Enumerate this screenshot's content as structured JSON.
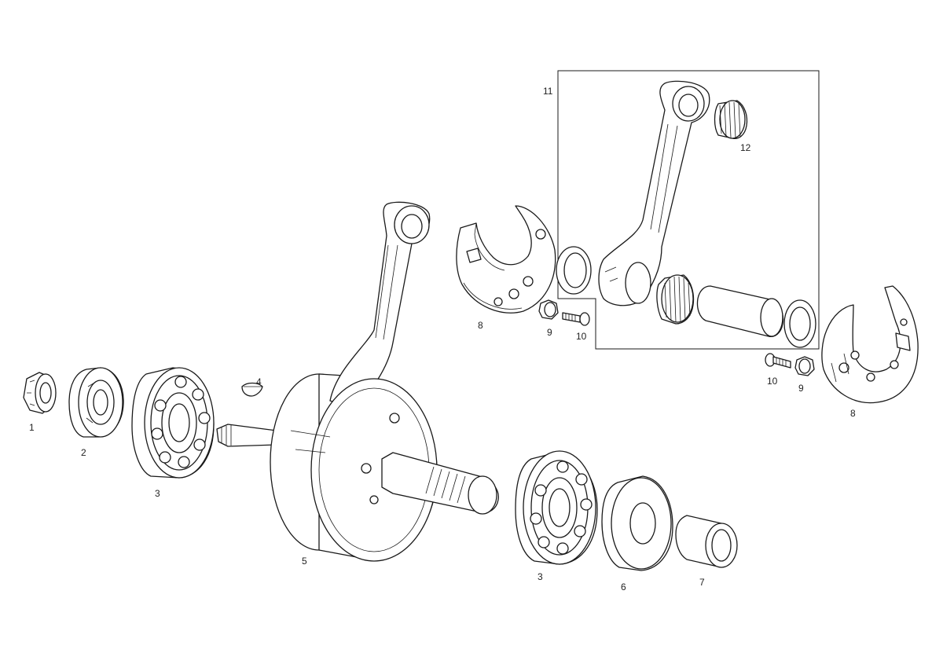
{
  "callouts": {
    "p1": "1",
    "p2": "2",
    "p3a": "3",
    "p3b": "3",
    "p4": "4",
    "p5": "5",
    "p6": "6",
    "p7": "7",
    "p8a": "8",
    "p8b": "8",
    "p9a": "9",
    "p9b": "9",
    "p10a": "10",
    "p10b": "10",
    "p11": "11",
    "p12": "12"
  },
  "style": {
    "line_color": "#1a1a1a",
    "background": "#ffffff"
  }
}
